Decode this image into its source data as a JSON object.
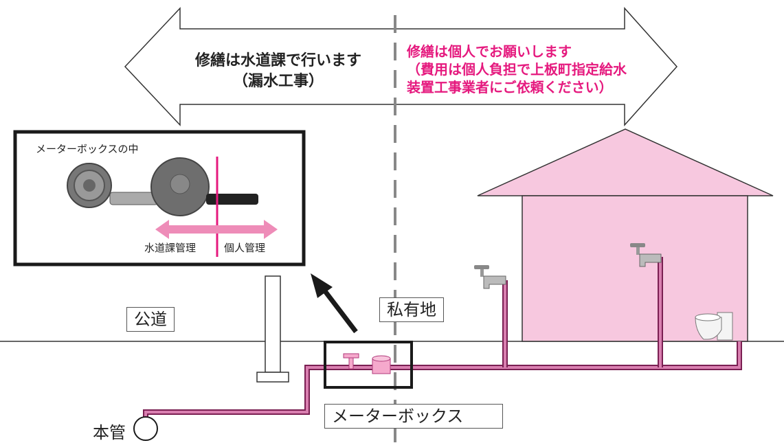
{
  "public_side": {
    "line1": "修繕は水道課で行います",
    "line2": "（漏水工事）"
  },
  "private_side": {
    "line1": "修繕は個人でお願いします",
    "line2": "（費用は個人負担で上板町指定給水",
    "line3": "装置工事業者にご依頼ください）",
    "color": "#e5197e"
  },
  "inset": {
    "title": "メーターボックスの中",
    "left_label": "水道課管理",
    "right_label": "個人管理"
  },
  "labels": {
    "public_road": "公道",
    "private_land": "私有地",
    "meter_box": "メーターボックス",
    "main_pipe": "本管"
  },
  "colors": {
    "pipe": "#b0397a",
    "house": "#f7c8df",
    "accent": "#e5197e",
    "arrow_band": "#ee8cb8"
  }
}
